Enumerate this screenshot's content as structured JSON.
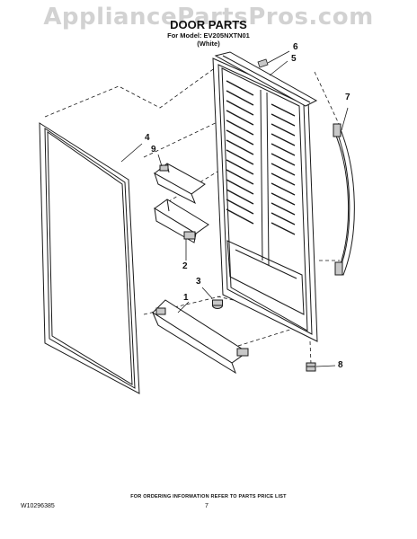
{
  "watermark": "AppliancePartsPros.com",
  "header": {
    "title": "DOOR PARTS",
    "model_line": "For Model: EV205NXTN01",
    "color_line": "(White)"
  },
  "callouts": {
    "p1": "1",
    "p2": "2",
    "p3": "3",
    "p4": "4",
    "p5": "5",
    "p6": "6",
    "p7": "7",
    "p8": "8",
    "p9": "9"
  },
  "footer": {
    "note": "FOR ORDERING INFORMATION REFER TO PARTS PRICE LIST",
    "doc_number": "W10296385",
    "page_number": "7"
  },
  "colors": {
    "line": "#1a1a1a",
    "gray_fill": "#c8c8c8",
    "watermark": "#d2d2d2"
  }
}
